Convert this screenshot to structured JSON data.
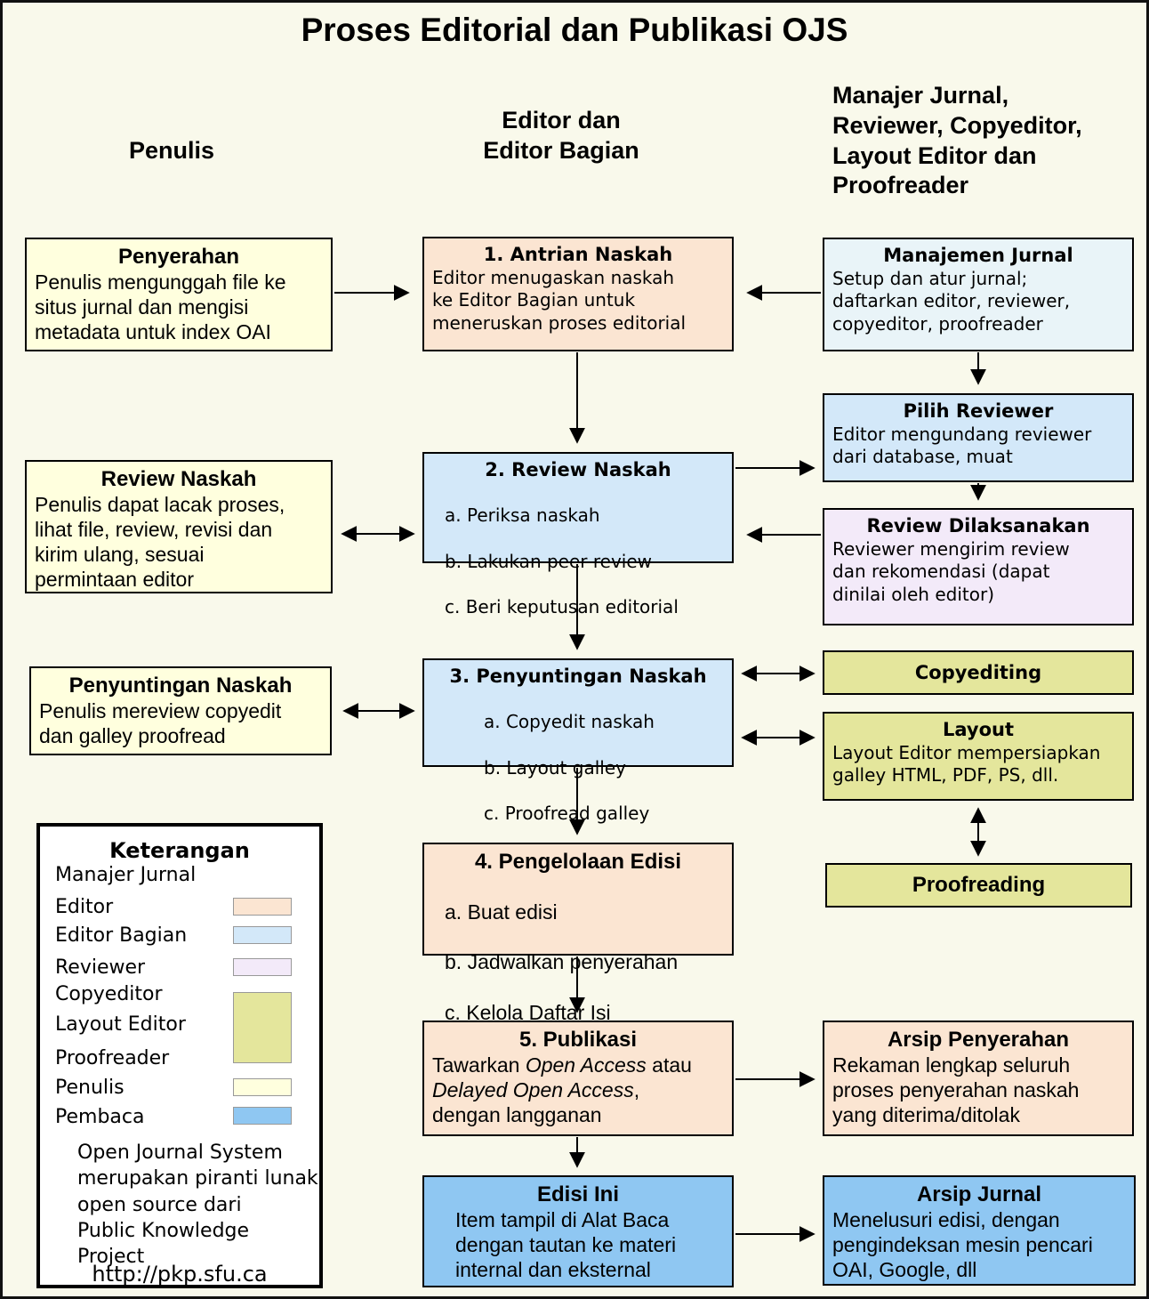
{
  "page": {
    "title": "Proses Editorial dan Publikasi OJS"
  },
  "columns": {
    "penulis": "Penulis",
    "editor": "Editor dan\nEditor Bagian",
    "manajer": "Manajer Jurnal,\nReviewer, Copyeditor,\nLayout Editor dan\nProofreader"
  },
  "colors": {
    "penulis": "#FFFFDE",
    "editor": "#FBE5D2",
    "editor_bagian": "#D3E8F9",
    "manajer_jurnal": "#E9F4F8",
    "reviewer": "#F3EAF9",
    "copyedit_layout_proof": "#E4E69C",
    "pembaca": "#8FC7F2",
    "legend_bg": "#FFFFFF"
  },
  "boxes": {
    "penyerahan": {
      "title": "Penyerahan",
      "body": "Penulis mengunggah file ke\nsitus jurnal dan mengisi\nmetadata untuk index OAI"
    },
    "antrian": {
      "title": "1. Antrian Naskah",
      "body": "Editor menugaskan naskah\nke Editor Bagian untuk\nmeneruskan proses editorial"
    },
    "manajemen": {
      "title": "Manajemen Jurnal",
      "body": "Setup dan atur jurnal;\ndaftarkan editor, reviewer,\ncopyeditor, proofreader"
    },
    "pilih_reviewer": {
      "title": "Pilih Reviewer",
      "body": "Editor mengundang reviewer\ndari database, muat"
    },
    "review_naskah_penulis": {
      "title": "Review Naskah",
      "body": "Penulis dapat lacak proses,\nlihat file, review, revisi dan\nkirim ulang, sesuai\npermintaan editor"
    },
    "review_naskah": {
      "title": "2. Review Naskah",
      "items": [
        "a. Periksa naskah",
        "b. Lakukan peer review",
        "c. Beri keputusan editorial"
      ]
    },
    "review_dilaksanakan": {
      "title": "Review Dilaksanakan",
      "body": "Reviewer mengirim review\ndan rekomendasi (dapat\ndinilai oleh editor)"
    },
    "penyuntingan_penulis": {
      "title": "Penyuntingan Naskah",
      "body": "Penulis mereview copyedit\ndan galley proofread"
    },
    "penyuntingan": {
      "title": "3. Penyuntingan Naskah",
      "items": [
        "a. Copyedit naskah",
        "b. Layout galley",
        "c. Proofread galley"
      ]
    },
    "copyediting": {
      "title": "Copyediting"
    },
    "layout": {
      "title": "Layout",
      "body": "Layout Editor mempersiapkan\ngalley HTML, PDF, PS, dll."
    },
    "pengelolaan": {
      "title": "4. Pengelolaan Edisi",
      "items": [
        "a. Buat edisi",
        "b. Jadwalkan penyerahan",
        "c. Kelola Daftar Isi"
      ]
    },
    "proofreading": {
      "title": "Proofreading"
    },
    "publikasi": {
      "title": "5. Publikasi",
      "seg1": "Tawarkan ",
      "seg2_italic": "Open Access",
      "seg3": " atau\n",
      "seg4_italic": "Delayed Open Access",
      "seg5": ",\ndengan langganan"
    },
    "arsip_penyerahan": {
      "title": "Arsip Penyerahan",
      "body": "Rekaman lengkap seluruh\nproses penyerahan naskah\nyang diterima/ditolak"
    },
    "edisi_ini": {
      "title": "Edisi Ini",
      "body": "Item tampil di Alat Baca\ndengan tautan ke materi\ninternal dan eksternal"
    },
    "arsip_jurnal": {
      "title": "Arsip Jurnal",
      "body": "Menelusuri edisi, dengan\npengindeksan mesin pencari\nOAI, Google, dll"
    }
  },
  "legend": {
    "title": "Keterangan",
    "entries": [
      {
        "label": "Manajer Jurnal"
      },
      {
        "label": "Editor"
      },
      {
        "label": "Editor Bagian"
      },
      {
        "label": "Reviewer"
      },
      {
        "label": "Copyeditor"
      },
      {
        "label": "Layout Editor"
      },
      {
        "label": "Proofreader"
      },
      {
        "label": "Penulis"
      },
      {
        "label": "Pembaca"
      }
    ],
    "note": "Open Journal System\nmerupakan piranti lunak\nopen source dari\nPublic Knowledge Project",
    "url": "http://pkp.sfu.ca"
  }
}
